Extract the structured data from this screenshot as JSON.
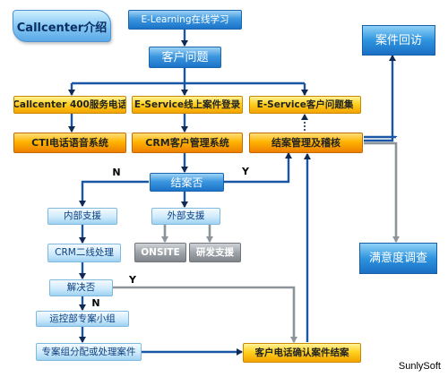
{
  "title": "Callcenter介绍",
  "brand": "SunlySoft",
  "nodes": {
    "elearning": "E-Learning在线学习",
    "customer_problem": "客户问题",
    "callcenter_400": "Callcenter 400服务电话",
    "eservice_login": "E-Service线上案件登录",
    "eservice_faq": "E-Service客户问题集",
    "cti": "CTI电话语音系统",
    "crm_system": "CRM客户管理系统",
    "case_audit": "结案管理及稽核",
    "case_closed_q": "结案否",
    "internal_support": "内部支援",
    "external_support": "外部支援",
    "crm_second_line": "CRM二线处理",
    "onsite": "ONSITE",
    "rd_support": "研发支援",
    "resolved_q": "解决否",
    "ops_team": "运控部专案小组",
    "assign_case": "专案组分配或处理案件",
    "confirm_close": "客户电话确认案件结案",
    "revisit": "案件回访",
    "satisfaction": "满意度调查"
  },
  "labels": {
    "n1": "N",
    "y1": "Y",
    "y2": "Y",
    "n2": "N"
  },
  "colors": {
    "line_blue": "#1a56a6",
    "line_grey": "#8d9499",
    "arrow_dark": "#102a54"
  }
}
